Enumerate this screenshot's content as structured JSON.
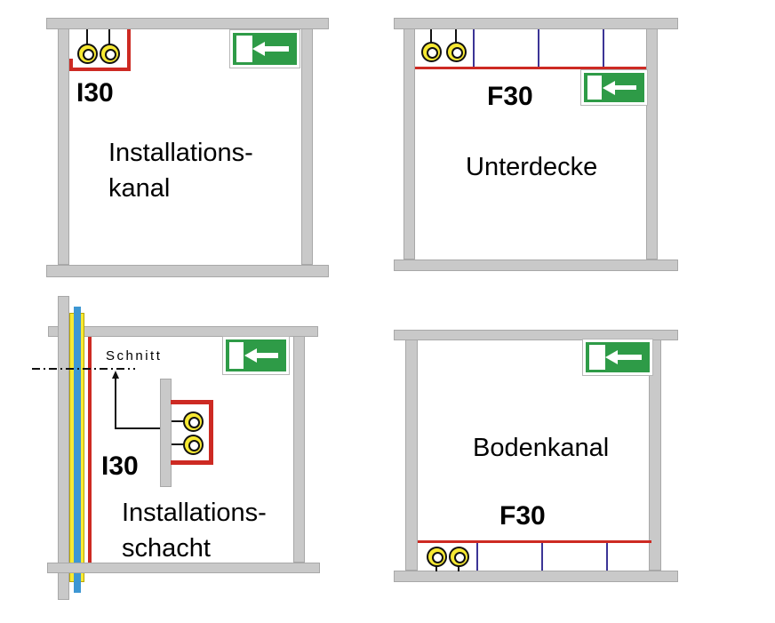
{
  "diagram": {
    "type": "fire-protection-installation-schematic",
    "exit_sign_meaning": "emergency-exit-arrow-left"
  },
  "colors": {
    "wall": "#c9c9c9",
    "wallBorder": "#a8a8a8",
    "red": "#cd2a23",
    "green": "#2e9b47",
    "yellow": "#f7e933",
    "blue": "#3d97d3",
    "navy": "#3c3596"
  },
  "panels": {
    "installationskanal": {
      "rating": "I30",
      "label_lines": [
        "Installations-",
        "kanal"
      ]
    },
    "unterdecke": {
      "rating": "F30",
      "label": "Unterdecke"
    },
    "installationsschacht": {
      "rating": "I30",
      "section_label": "Schnitt",
      "label_lines": [
        "Installations-",
        "schacht"
      ]
    },
    "bodenkanal": {
      "rating": "F30",
      "label": "Bodenkanal"
    }
  }
}
